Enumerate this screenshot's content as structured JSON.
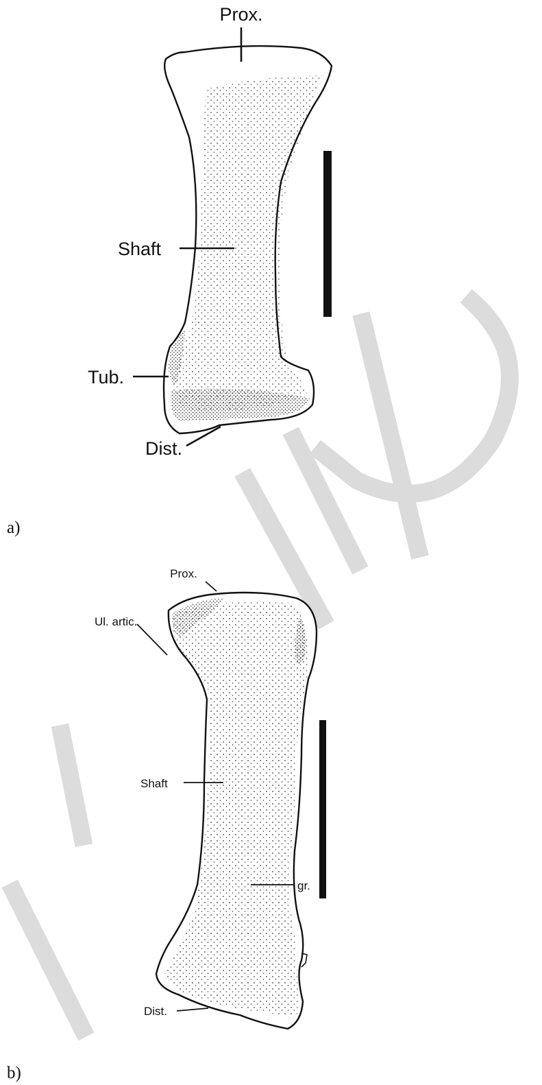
{
  "figure": {
    "panel_a": {
      "caption": "a)",
      "labels": {
        "prox": "Prox.",
        "shaft": "Shaft",
        "tub": "Tub.",
        "dist": "Dist."
      }
    },
    "panel_b": {
      "caption": "b)",
      "labels": {
        "prox": "Prox.",
        "ul_artic": "Ul. artic.",
        "shaft": "Shaft",
        "gr": "gr.",
        "dist": "Dist."
      }
    }
  },
  "colors": {
    "ink": "#111111",
    "background": "#ffffff",
    "watermark": "#d8d8d8"
  }
}
